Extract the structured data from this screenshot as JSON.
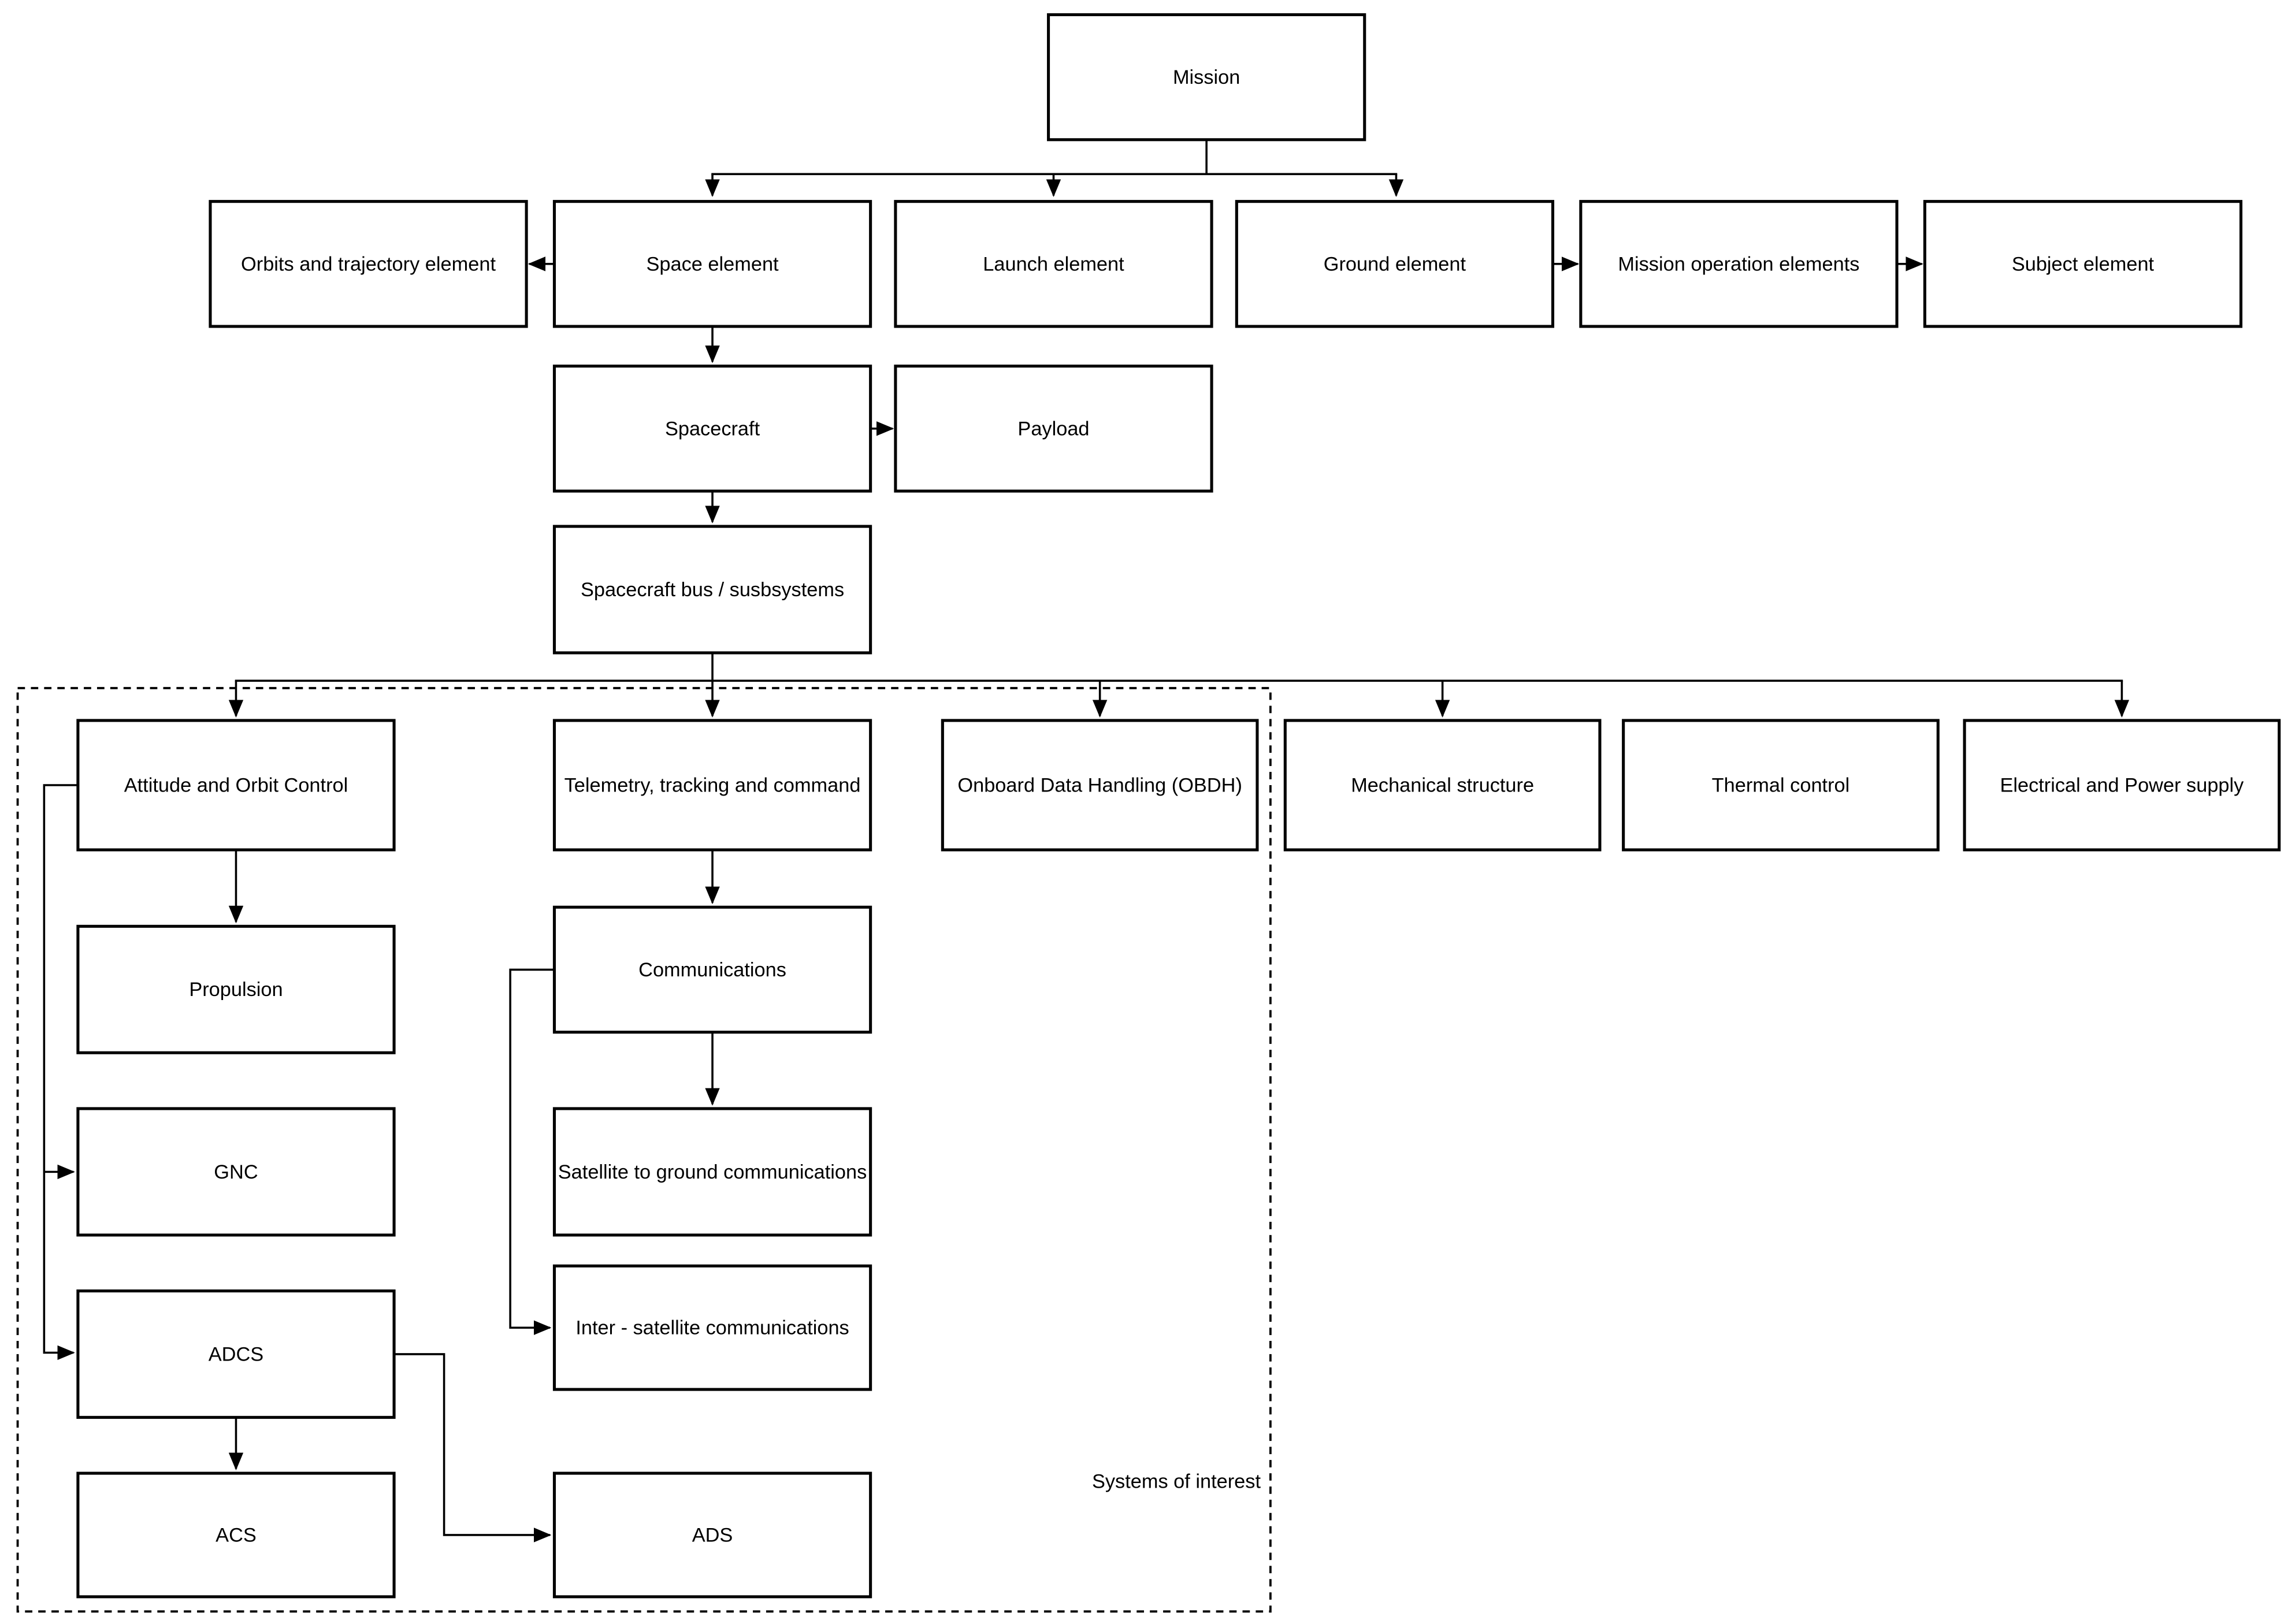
{
  "diagram": {
    "type": "hierarchy-flowchart",
    "colors": {
      "background": "#ffffff",
      "box_fill": "#ffffff",
      "stroke": "#000000",
      "text": "#000000"
    },
    "nodes": {
      "mission": {
        "label": "Mission"
      },
      "orbits": {
        "label": "Orbits and trajectory element"
      },
      "space": {
        "label": "Space element"
      },
      "launch": {
        "label": "Launch element"
      },
      "ground": {
        "label": "Ground element"
      },
      "mission_ops": {
        "label": "Mission operation elements"
      },
      "subject": {
        "label": "Subject element"
      },
      "spacecraft": {
        "label": "Spacecraft"
      },
      "payload": {
        "label": "Payload"
      },
      "bus": {
        "label": "Spacecraft bus / susbsystems"
      },
      "aoc": {
        "label": "Attitude and Orbit Control"
      },
      "ttc": {
        "label": "Telemetry, tracking and command"
      },
      "obdh": {
        "label": "Onboard Data Handling (OBDH)"
      },
      "mech": {
        "label": "Mechanical structure"
      },
      "thermal": {
        "label": "Thermal control"
      },
      "eps": {
        "label": "Electrical and Power supply"
      },
      "propulsion": {
        "label": "Propulsion"
      },
      "gnc": {
        "label": "GNC"
      },
      "adcs": {
        "label": "ADCS"
      },
      "acs": {
        "label": "ACS"
      },
      "comms": {
        "label": "Communications"
      },
      "sat_ground": {
        "label": "Satellite to ground communications"
      },
      "inter_sat": {
        "label": "Inter - satellite communications"
      },
      "ads": {
        "label": "ADS"
      }
    },
    "group": {
      "label": "Systems of interest",
      "contains": [
        "aoc",
        "ttc",
        "obdh",
        "propulsion",
        "gnc",
        "adcs",
        "acs",
        "comms",
        "sat_ground",
        "inter_sat",
        "ads"
      ]
    },
    "edges": [
      {
        "from": "mission",
        "to": "space"
      },
      {
        "from": "mission",
        "to": "launch"
      },
      {
        "from": "mission",
        "to": "ground"
      },
      {
        "from": "space",
        "to": "orbits"
      },
      {
        "from": "ground",
        "to": "mission_ops"
      },
      {
        "from": "mission_ops",
        "to": "subject"
      },
      {
        "from": "space",
        "to": "spacecraft"
      },
      {
        "from": "spacecraft",
        "to": "payload"
      },
      {
        "from": "spacecraft",
        "to": "bus"
      },
      {
        "from": "bus",
        "to": "aoc"
      },
      {
        "from": "bus",
        "to": "ttc"
      },
      {
        "from": "bus",
        "to": "obdh"
      },
      {
        "from": "bus",
        "to": "mech"
      },
      {
        "from": "bus",
        "to": "eps"
      },
      {
        "from": "aoc",
        "to": "propulsion"
      },
      {
        "from": "aoc",
        "to": "gnc"
      },
      {
        "from": "aoc",
        "to": "adcs"
      },
      {
        "from": "adcs",
        "to": "acs"
      },
      {
        "from": "adcs",
        "to": "ads"
      },
      {
        "from": "ttc",
        "to": "comms"
      },
      {
        "from": "comms",
        "to": "sat_ground"
      },
      {
        "from": "comms",
        "to": "inter_sat"
      }
    ]
  }
}
